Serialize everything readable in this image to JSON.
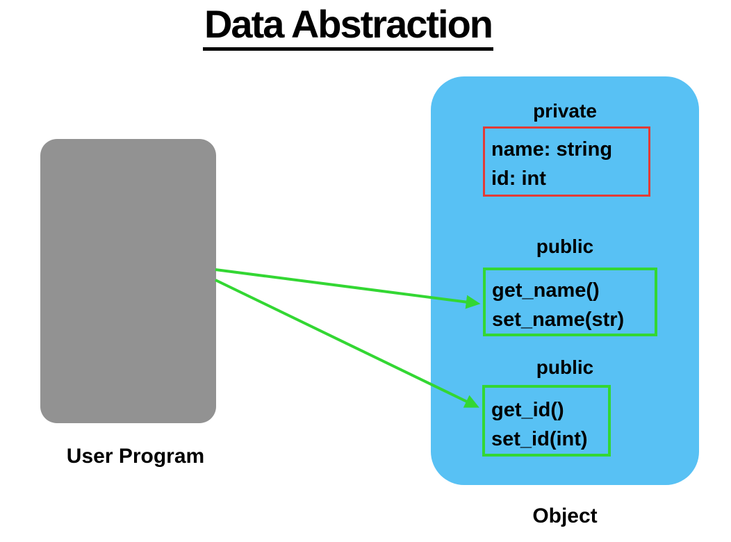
{
  "title": "Data Abstraction",
  "user_program": {
    "label": "User Program"
  },
  "object": {
    "label": "Object",
    "sections": [
      {
        "access": "private",
        "members": [
          "name: string",
          "id: int"
        ]
      },
      {
        "access": "public",
        "members": [
          "get_name()",
          "set_name(str)"
        ]
      },
      {
        "access": "public",
        "members": [
          "get_id()",
          "set_id(int)"
        ]
      }
    ]
  },
  "colors": {
    "object_fill": "#58C1F4",
    "user_program_fill": "#929292",
    "private_border": "#E23B36",
    "public_border": "#33D733",
    "arrow": "#33D733",
    "text": "#000000",
    "title_underline": "#000000"
  }
}
